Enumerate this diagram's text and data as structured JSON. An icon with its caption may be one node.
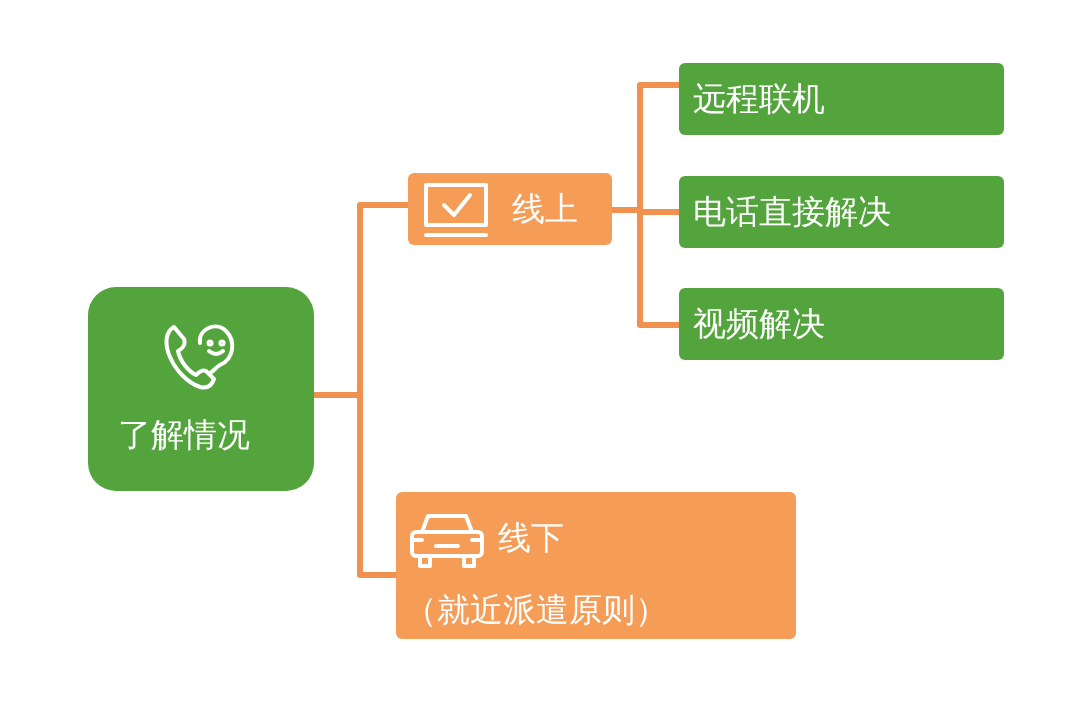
{
  "diagram": {
    "nodes": [
      {
        "text": [
          "了解情况"
        ]
      },
      {
        "text": [
          "线上"
        ]
      },
      {
        "text": [
          "线下",
          "（就近派遣原则）"
        ]
      },
      {
        "text": [
          "远程联机"
        ]
      },
      {
        "text": [
          "电话直接解决"
        ]
      },
      {
        "text": [
          "视频解决"
        ]
      }
    ],
    "edges": [
      {
        "from": 0,
        "to": 1,
        "arrow": "none"
      },
      {
        "from": 0,
        "to": 2,
        "arrow": "none"
      },
      {
        "from": 1,
        "to": 3,
        "arrow": "none"
      },
      {
        "from": 1,
        "to": 4,
        "arrow": "none"
      },
      {
        "from": 1,
        "to": 5,
        "arrow": "none"
      }
    ]
  }
}
